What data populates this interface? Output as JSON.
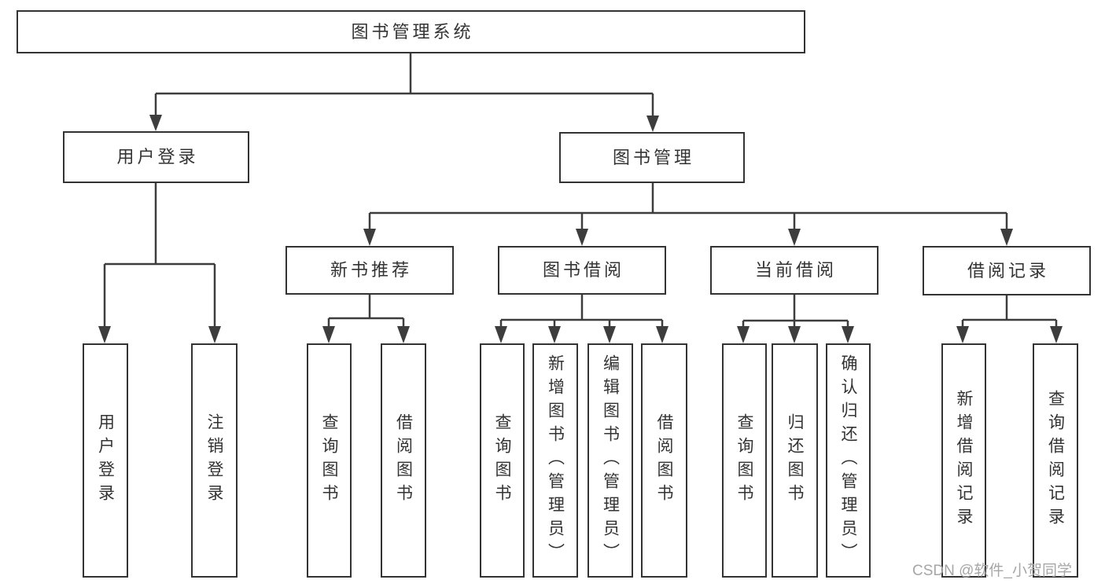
{
  "diagram_title": "图书管理系统",
  "tree": {
    "label": "图书管理系统",
    "children": [
      {
        "label": "用户登录",
        "children": [
          {
            "label": "用户登录"
          },
          {
            "label": "注销登录"
          }
        ]
      },
      {
        "label": "图书管理",
        "children": [
          {
            "label": "新书推荐",
            "children": [
              {
                "label": "查询图书"
              },
              {
                "label": "借阅图书"
              }
            ]
          },
          {
            "label": "图书借阅",
            "children": [
              {
                "label": "查询图书"
              },
              {
                "label": "新增图书（管理员）"
              },
              {
                "label": "编辑图书（管理员）"
              },
              {
                "label": "借阅图书"
              }
            ]
          },
          {
            "label": "当前借阅",
            "children": [
              {
                "label": "查询图书"
              },
              {
                "label": "归还图书"
              },
              {
                "label": "确认归还（管理员）"
              }
            ]
          },
          {
            "label": "借阅记录",
            "children": [
              {
                "label": "新增借阅记录"
              },
              {
                "label": "查询借阅记录"
              }
            ]
          }
        ]
      }
    ]
  },
  "watermark": "CSDN @软件_小贺同学",
  "colors": {
    "box_border": "#333333",
    "connector": "#3d3d3d",
    "text": "#333333",
    "watermark": "#a6a6a6",
    "background": "#ffffff"
  }
}
